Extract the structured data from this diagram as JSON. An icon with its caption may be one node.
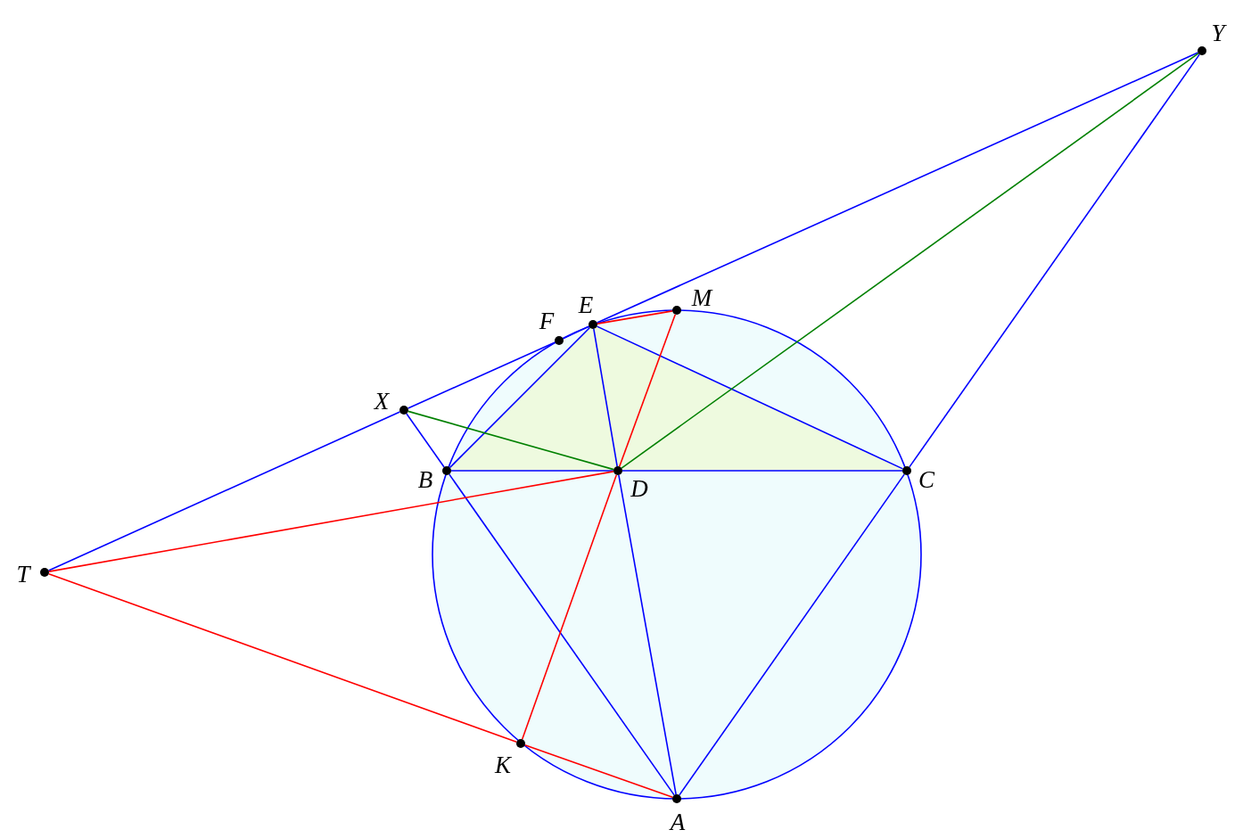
{
  "diagram": {
    "nodes": [
      {
        "text": [
          "Y"
        ]
      },
      {
        "text": [
          "M"
        ]
      },
      {
        "text": [
          "E"
        ]
      },
      {
        "text": [
          "F"
        ]
      },
      {
        "text": [
          "X"
        ]
      },
      {
        "text": [
          "B"
        ]
      },
      {
        "text": [
          "D"
        ]
      },
      {
        "text": [
          "C"
        ]
      },
      {
        "text": [
          "T"
        ]
      },
      {
        "text": [
          "K"
        ]
      },
      {
        "text": [
          "A"
        ]
      }
    ],
    "edges": [
      {
        "from": 8,
        "to": 4,
        "arrow": "none"
      },
      {
        "from": 4,
        "to": 3,
        "arrow": "none"
      },
      {
        "from": 3,
        "to": 2,
        "arrow": "none"
      },
      {
        "from": 2,
        "to": 0,
        "arrow": "none"
      },
      {
        "from": 0,
        "to": 7,
        "arrow": "none"
      },
      {
        "from": 4,
        "to": 5,
        "arrow": "none"
      },
      {
        "from": 5,
        "to": 6,
        "arrow": "none"
      },
      {
        "from": 6,
        "to": 7,
        "arrow": "none"
      },
      {
        "from": 2,
        "to": 5,
        "arrow": "none"
      },
      {
        "from": 2,
        "to": 7,
        "arrow": "none"
      },
      {
        "from": 2,
        "to": 6,
        "arrow": "none"
      },
      {
        "from": 6,
        "to": 10,
        "arrow": "none"
      },
      {
        "from": 5,
        "to": 10,
        "arrow": "none"
      },
      {
        "from": 7,
        "to": 10,
        "arrow": "none"
      },
      {
        "from": 2,
        "to": 1,
        "arrow": "none",
        "color": "#ff0000"
      },
      {
        "from": 1,
        "to": 6,
        "arrow": "none",
        "color": "#ff0000"
      },
      {
        "from": 6,
        "to": 9,
        "arrow": "none",
        "color": "#ff0000"
      },
      {
        "from": 8,
        "to": 6,
        "arrow": "none",
        "color": "#ff0000"
      },
      {
        "from": 8,
        "to": 9,
        "arrow": "none",
        "color": "#ff0000"
      },
      {
        "from": 9,
        "to": 10,
        "arrow": "none",
        "color": "#ff0000"
      },
      {
        "from": 4,
        "to": 6,
        "arrow": "none",
        "color": "#008000"
      },
      {
        "from": 6,
        "to": 0,
        "arrow": "none",
        "color": "#008000"
      }
    ]
  }
}
